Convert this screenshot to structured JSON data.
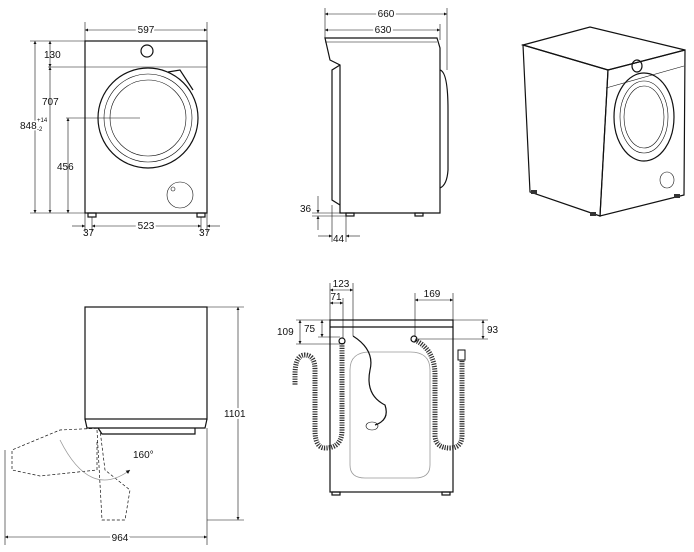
{
  "front_view": {
    "width": "597",
    "panel_height": "130",
    "door_height": "707",
    "total_height": "848",
    "tolerance_plus": "+14",
    "tolerance_minus": "-2",
    "door_center_height": "456",
    "feet_spacing": "523",
    "foot_offset_left": "37",
    "foot_offset_right": "37"
  },
  "side_view": {
    "depth_total": "660",
    "depth_body": "630",
    "foot_height": "36",
    "foot_offset": "44"
  },
  "top_view": {
    "door_angle": "160°",
    "depth_door_open": "1101",
    "width_door_open": "964"
  },
  "back_view": {
    "drain_offset": "123",
    "inlet_left_offset": "71",
    "drain_height": "109",
    "inlet_left_height": "75",
    "inlet_right_offset": "169",
    "inlet_right_height": "93"
  }
}
